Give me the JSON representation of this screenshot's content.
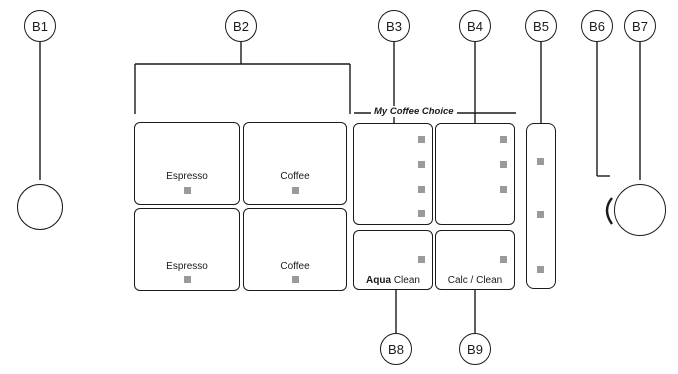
{
  "callouts": {
    "b1": "B1",
    "b2": "B2",
    "b3": "B3",
    "b4": "B4",
    "b5": "B5",
    "b6": "B6",
    "b7": "B7",
    "b8": "B8",
    "b9": "B9"
  },
  "buttons": {
    "espresso_single": "Espresso",
    "coffee_single": "Coffee",
    "espresso_double": "Espresso",
    "coffee_double": "Coffee",
    "aqua_clean_bold": "Aqua",
    "aqua_clean_rest": "Clean",
    "calc_clean": "Calc / Clean"
  },
  "group_label": "My Coffee Choice",
  "icons": {
    "power": "power-icon",
    "start_stop": "play-stop-icon",
    "aroma": "coffee-bean-icon",
    "quantity": "quantity-arrows-icon",
    "ground": "ground-coffee-scoop-icon",
    "water": "no-water-icon",
    "grounds": "coffee-grounds-icon",
    "warning": "warning-icon"
  },
  "colors": {
    "line": "#1a1a1a",
    "led": "#9a9a9a"
  }
}
